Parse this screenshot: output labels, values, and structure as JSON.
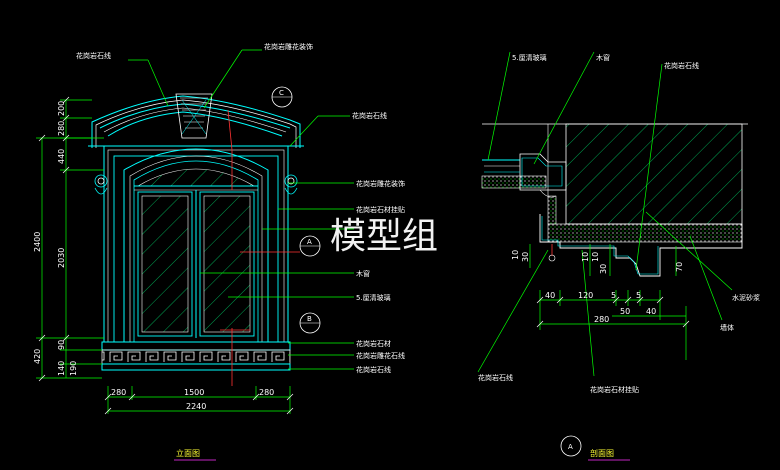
{
  "watermark": "模型组",
  "elevation": {
    "title": "立面图",
    "labels": {
      "stone_line_top": "花岗岩石线",
      "carved_decor": "花岗岩雕花装饰",
      "stone_line_right": "花岗岩石线",
      "carved_deco_right": "花岗岩雕花装饰",
      "stone_trim": "花岗岩石材挂贴",
      "wood_window": "木窗",
      "glass": "5.厘清玻璃",
      "stone_sill": "花岗岩石材",
      "carved_line": "花岗岩雕花石线",
      "stone_line_bottom": "花岗岩石线"
    },
    "section_marks": [
      "C",
      "A",
      "B"
    ],
    "dims_bottom": [
      "280",
      "1500",
      "280"
    ],
    "dim_total": "2240",
    "dims_left_outer": [
      "2400",
      "420"
    ],
    "dims_left_inner": [
      "200",
      "280",
      "440",
      "2030",
      "90",
      "140",
      "190"
    ]
  },
  "section": {
    "title": "剖面图",
    "mark": "A",
    "labels": {
      "glass": "5.厘清玻璃",
      "wood_window": "木窗",
      "stone_line_top": "花岗岩石线",
      "cement_mortar": "水泥砂浆",
      "wall": "墙体",
      "stone_line_bottom": "花岗岩石线",
      "stone_trim_bottom": "花岗岩石材挂贴"
    },
    "dims_row1": [
      "40",
      "120",
      "5",
      "5"
    ],
    "dims_row2": [
      "50",
      "40"
    ],
    "dim_total": "280",
    "dims_vertical": [
      "10",
      "30",
      "10",
      "10",
      "30",
      "70"
    ]
  },
  "colors": {
    "frame": "#00ffff",
    "leader": "#00ff00",
    "accent_red": "#ff3333",
    "title": "#ffff33",
    "magenta": "#ff33ff",
    "text": "#ffffff"
  }
}
